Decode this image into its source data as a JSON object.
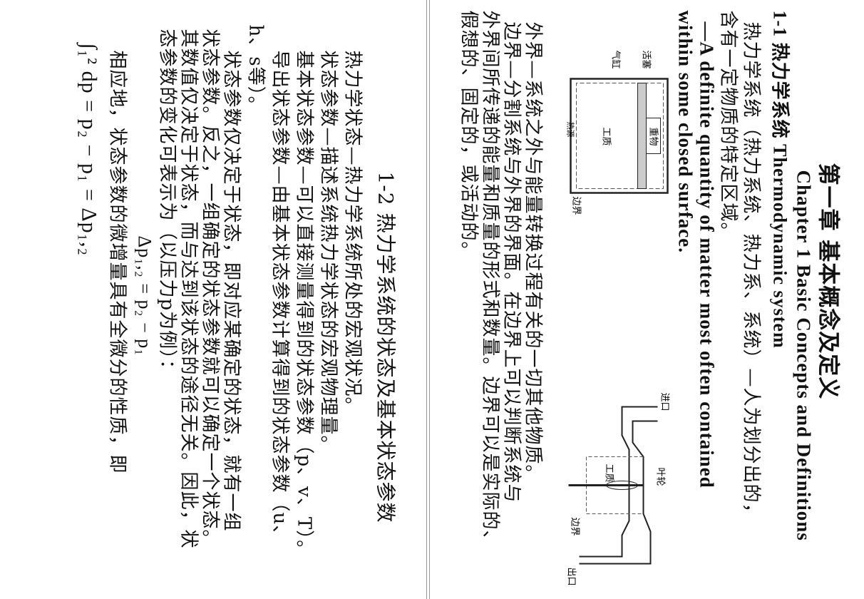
{
  "right_page": {
    "chapter_title_cn": "第一章 基本概念及定义",
    "chapter_title_en": "Chapter 1  Basic Concepts and Definitions",
    "section_heading": "1-1 热力学系统  Thermodynamic system",
    "system_def": [
      "热力学系统（热力系统、热力系、系统）—人为划分出的，",
      "含有一定物质的特定区域。"
    ],
    "system_def_en": [
      "—A definite quantity of matter most often contained",
      "within some closed surface."
    ],
    "figure1_labels": {
      "weight": "重物",
      "piston": "活塞",
      "cylinder": "气缸",
      "working_fluid": "工质",
      "heat_source": "热源",
      "boundary": "边界"
    },
    "figure2_labels": {
      "inlet": "进口",
      "impeller": "叶轮",
      "working_fluid": "工质",
      "boundary": "边界",
      "outlet": "出口"
    },
    "surroundings_def": [
      "外界—系统之外与能量转换过程有关的一切其他物质。",
      "边界—分割系统与外界的界面。在边界上可以判断系统与",
      "外界间所传递的能量和质量的形式和数量。边界可以是实际的、",
      "假想的、固定的，或活动的。"
    ]
  },
  "left_page": {
    "section_heading": "1-2    热力学系统的状态及基本状态参数",
    "lines": [
      "热力学状态—热力学系统所处的宏观状况。",
      "状态参数—描述系统热力学状态的宏观物理量。",
      "基本状态参数—可以直接测量得到的状态参数（p、v、T）。",
      "导出状态参数—由基本状态参数计算得到的状态参数（u、",
      "h、s等）。",
      "状态参数仅决定于状态，即对应某确定的状态，就有一组",
      "状态参数。反之，一组确定的状态参数就可以确定一个状态。",
      "其数值仅决定于状态，而与达到该状态的途径无关。因此，状",
      "态参数的变化可表示为（以压力p为例）："
    ],
    "eq1": "Δp₁,₂ = p₂ − p₁",
    "line_after": "相应地，状态参数的微增量具有全微分的性质，即",
    "eq2": "∫₁² dp = p₂ − p₁ = Δp₁,₂"
  }
}
